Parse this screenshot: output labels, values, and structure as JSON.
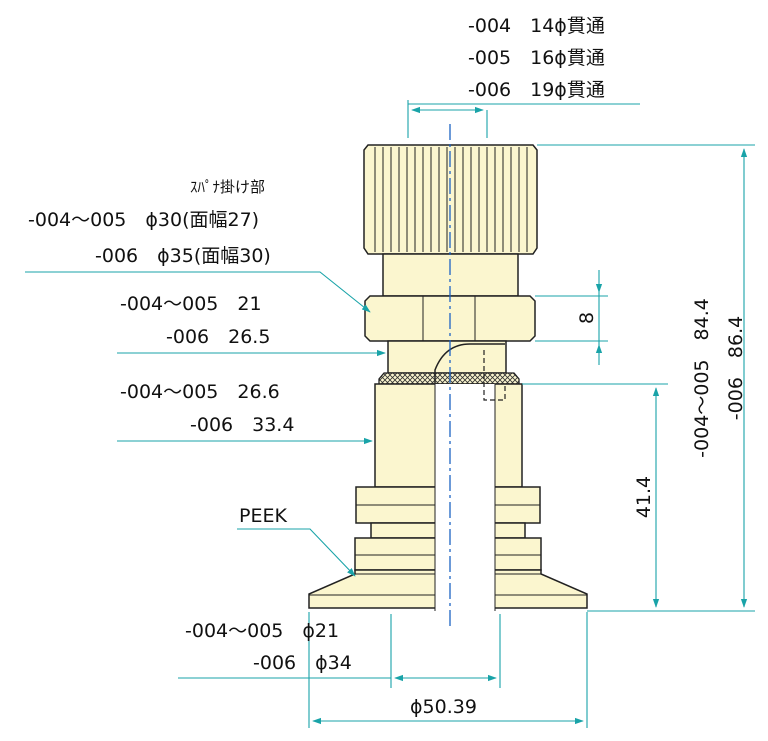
{
  "through_hole": {
    "line1": "-004　14ϕ貫通",
    "line2": "-005　16ϕ貫通",
    "line3": "-006　19ϕ貫通"
  },
  "wrench_flat": {
    "title": "ｽﾊﾟﾅ掛け部",
    "line1": "-004～005　ϕ30(面幅27)",
    "line2": "-006　ϕ35(面幅30)"
  },
  "neck_dia": {
    "line1": "-004～005　21",
    "line2": "-006　26.5"
  },
  "body_dia": {
    "line1": "-004～005　26.6",
    "line2": "-006　33.4"
  },
  "material": "PEEK",
  "bore_dia": {
    "line1": "-004～005　ϕ21",
    "line2": "-006　ϕ34"
  },
  "flange_dia": "ϕ50.39",
  "hex_height": "8",
  "body_height": "41.4",
  "overall_height": {
    "line1": "-004～005　84.4",
    "line2": "-006　86.4"
  },
  "colors": {
    "part_fill": "#fbf6cf",
    "dimension_line": "#19a3a8",
    "center_line": "#1c63c4"
  }
}
